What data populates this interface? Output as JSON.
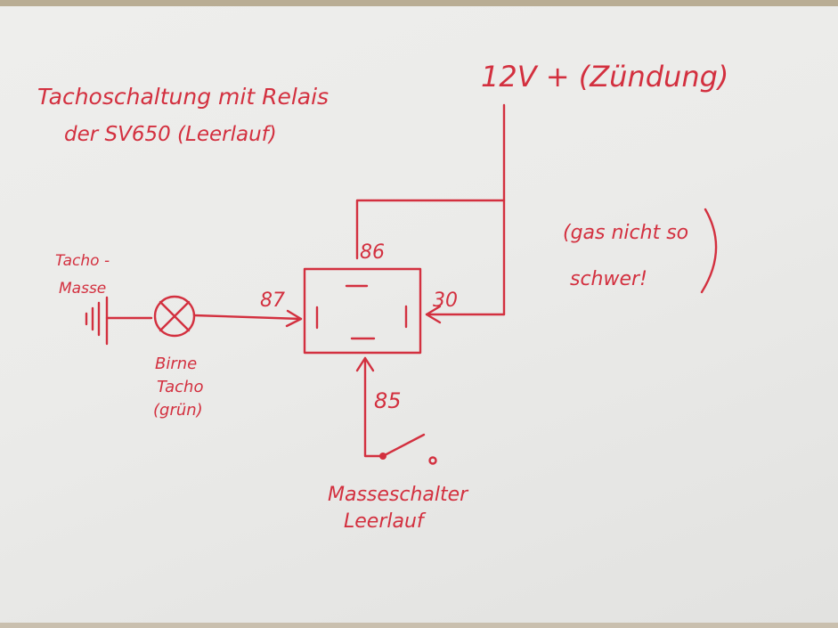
{
  "title": {
    "line1": "Tachoschaltung mit Relais",
    "line2": "der SV650 (Leerlauf)"
  },
  "supply_label": "12V + (Zündung)",
  "note": {
    "line1": "(gas nicht so",
    "line2": "schwer!"
  },
  "ground_label": {
    "line1": "Tacho -",
    "line2": "Masse"
  },
  "bulb_label": {
    "line1": "Birne",
    "line2": "Tacho",
    "line3": "(grün)"
  },
  "switch_label": {
    "line1": "Masseschalter",
    "line2": "Leerlauf"
  },
  "pins": {
    "p86": "86",
    "p87": "87",
    "p30": "30",
    "p85": "85"
  },
  "ink_color": "#d3303f"
}
